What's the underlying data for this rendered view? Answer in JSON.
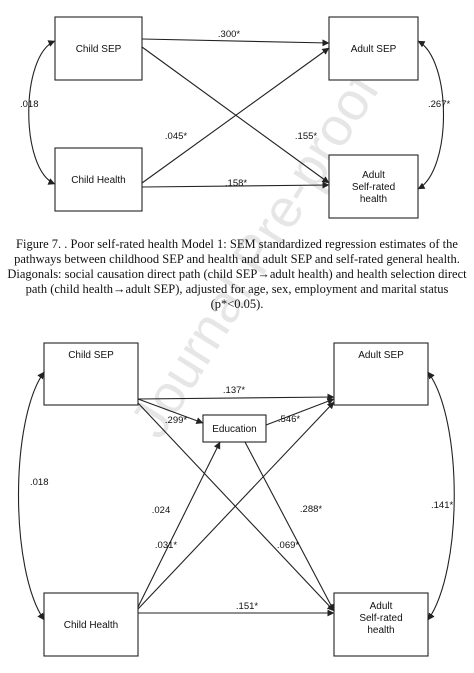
{
  "watermark": "Journal Pre-proof",
  "figure1": {
    "nodes": {
      "child_sep": [
        "Child SEP"
      ],
      "child_health": [
        "Child Health"
      ],
      "adult_sep": [
        "Adult SEP"
      ],
      "adult_health": [
        "Adult",
        "Self-rated",
        "health"
      ]
    },
    "coefficients": {
      "child_sep_adult_sep": ".300*",
      "child_health_adult_sep": ".045*",
      "child_sep_adult_health": ".155*",
      "child_health_adult_health": ".158*",
      "child_sep_child_health": ".018",
      "adult_sep_adult_health": ".267*"
    }
  },
  "caption": {
    "lines": [
      "Figure 7. . Poor self-rated health Model 1: SEM standardized regression estimates of the",
      "pathways between childhood SEP and health and adult SEP and self-rated general health.",
      "Diagonals: social causation direct path (child SEP→adult health) and health selection direct",
      "path (child health→adult SEP), adjusted for age, sex, employment and marital status",
      "(p*<0.05)."
    ]
  },
  "figure2": {
    "nodes": {
      "child_sep": [
        "Child SEP"
      ],
      "education": [
        "Education"
      ],
      "child_health": [
        "Child Health"
      ],
      "adult_sep": [
        "Adult SEP"
      ],
      "adult_health": [
        "Adult",
        "Self-rated",
        "health"
      ]
    },
    "coefficients": {
      "child_sep_adult_sep": ".137*",
      "child_sep_education": ".299*",
      "education_adult_sep": ".546*",
      "child_sep_child_health": ".018",
      "child_health_education": ".024",
      "education_adult_health": ".288*",
      "child_health_adult_sep": ".031*",
      "child_sep_adult_health": ".069*",
      "child_health_adult_health": ".151*",
      "adult_sep_adult_health": ".141*"
    }
  }
}
